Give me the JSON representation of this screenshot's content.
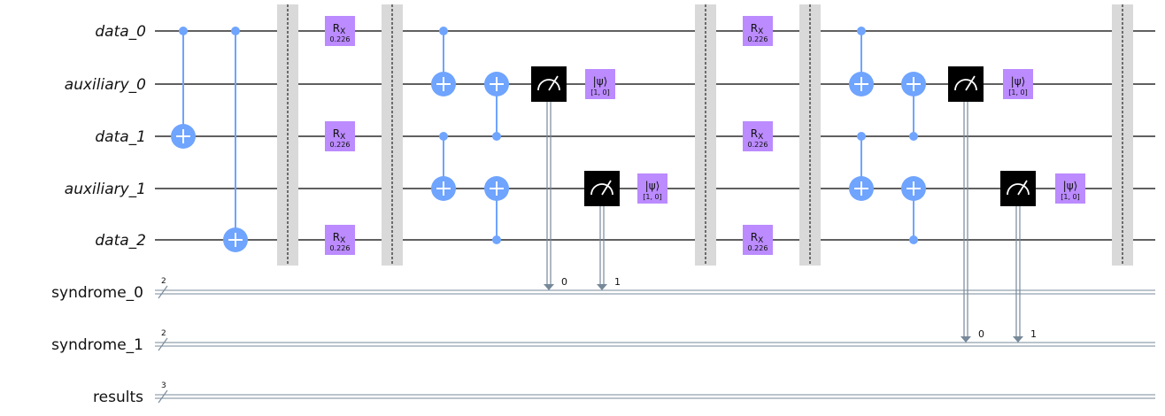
{
  "registers": {
    "quantum": [
      "data_0",
      "auxiliary_0",
      "data_1",
      "auxiliary_1",
      "data_2"
    ],
    "classical": [
      {
        "name": "syndrome_0",
        "size": "2"
      },
      {
        "name": "syndrome_1",
        "size": "2"
      },
      {
        "name": "results",
        "size": "3"
      }
    ]
  },
  "gates": {
    "rx_label": "R",
    "rx_sub": "X",
    "rx_param": "0.226",
    "reset_label": "|ψ⟩",
    "reset_param": "[1, 0]"
  },
  "measure_bits": [
    "0",
    "1",
    "0",
    "1"
  ],
  "colors": {
    "cx": "#6fa4ff",
    "rx": "#bb8bff",
    "measure": "#000000",
    "barrier": "#d9d9d9",
    "wire": "#000000",
    "classical": "#778899"
  }
}
